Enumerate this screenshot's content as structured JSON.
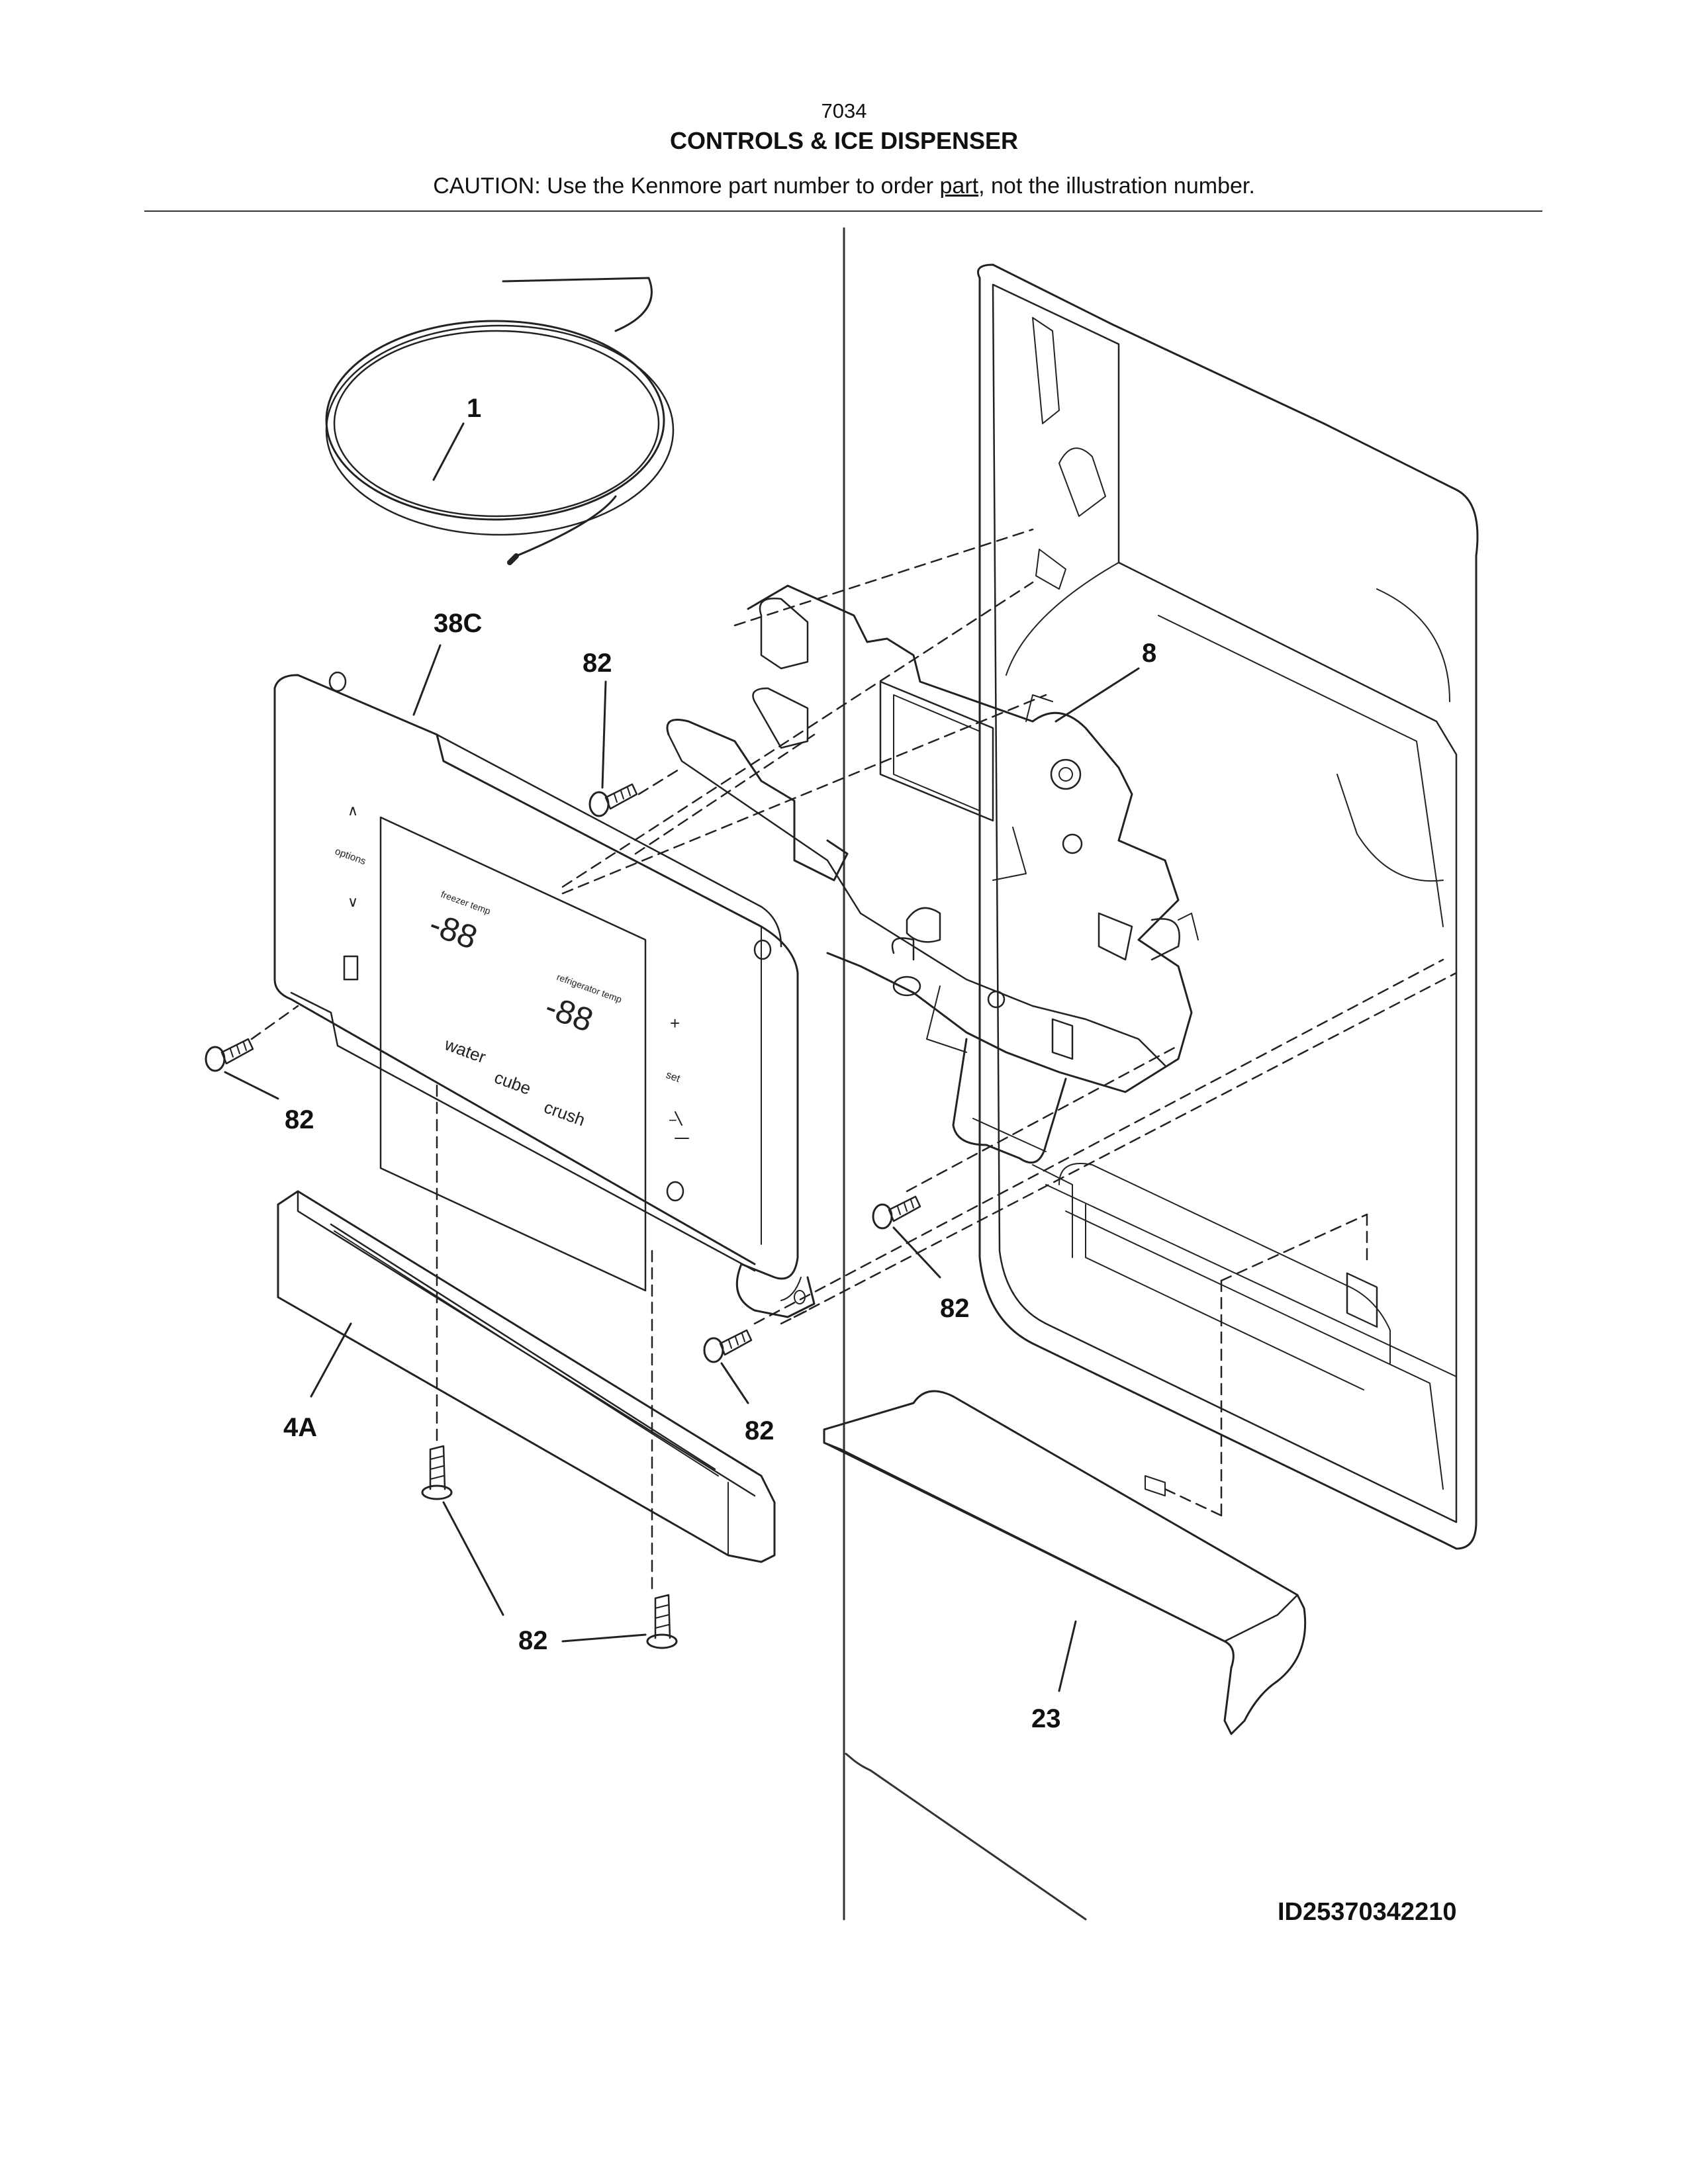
{
  "header": {
    "page_number": "7034",
    "title": "CONTROLS & ICE DISPENSER",
    "caution_before": "CAUTION: Use the Kenmore part number to order ",
    "caution_link": "part",
    "caution_after": ", not the illustration number."
  },
  "callouts": {
    "tubing": "1",
    "control_panel": "38C",
    "dispenser_assembly": "8",
    "trim_strip": "4A",
    "drip_tray": "23",
    "screw_top": "82",
    "screw_left": "82",
    "screw_right": "82",
    "screw_mid": "82",
    "screw_bottom": "82"
  },
  "panel_labels": {
    "up_arrow": "∧",
    "options": "options",
    "down_arrow": "∨",
    "display_left": "-88",
    "display_right": "-88",
    "freezer_temp": "freezer temp",
    "refrigerator_temp": "refrigerator temp",
    "water": "water",
    "cube": "cube",
    "crush": "crush",
    "plus": "+",
    "set": "set",
    "minus": "−"
  },
  "footer": {
    "drawing_id": "ID25370342210"
  }
}
